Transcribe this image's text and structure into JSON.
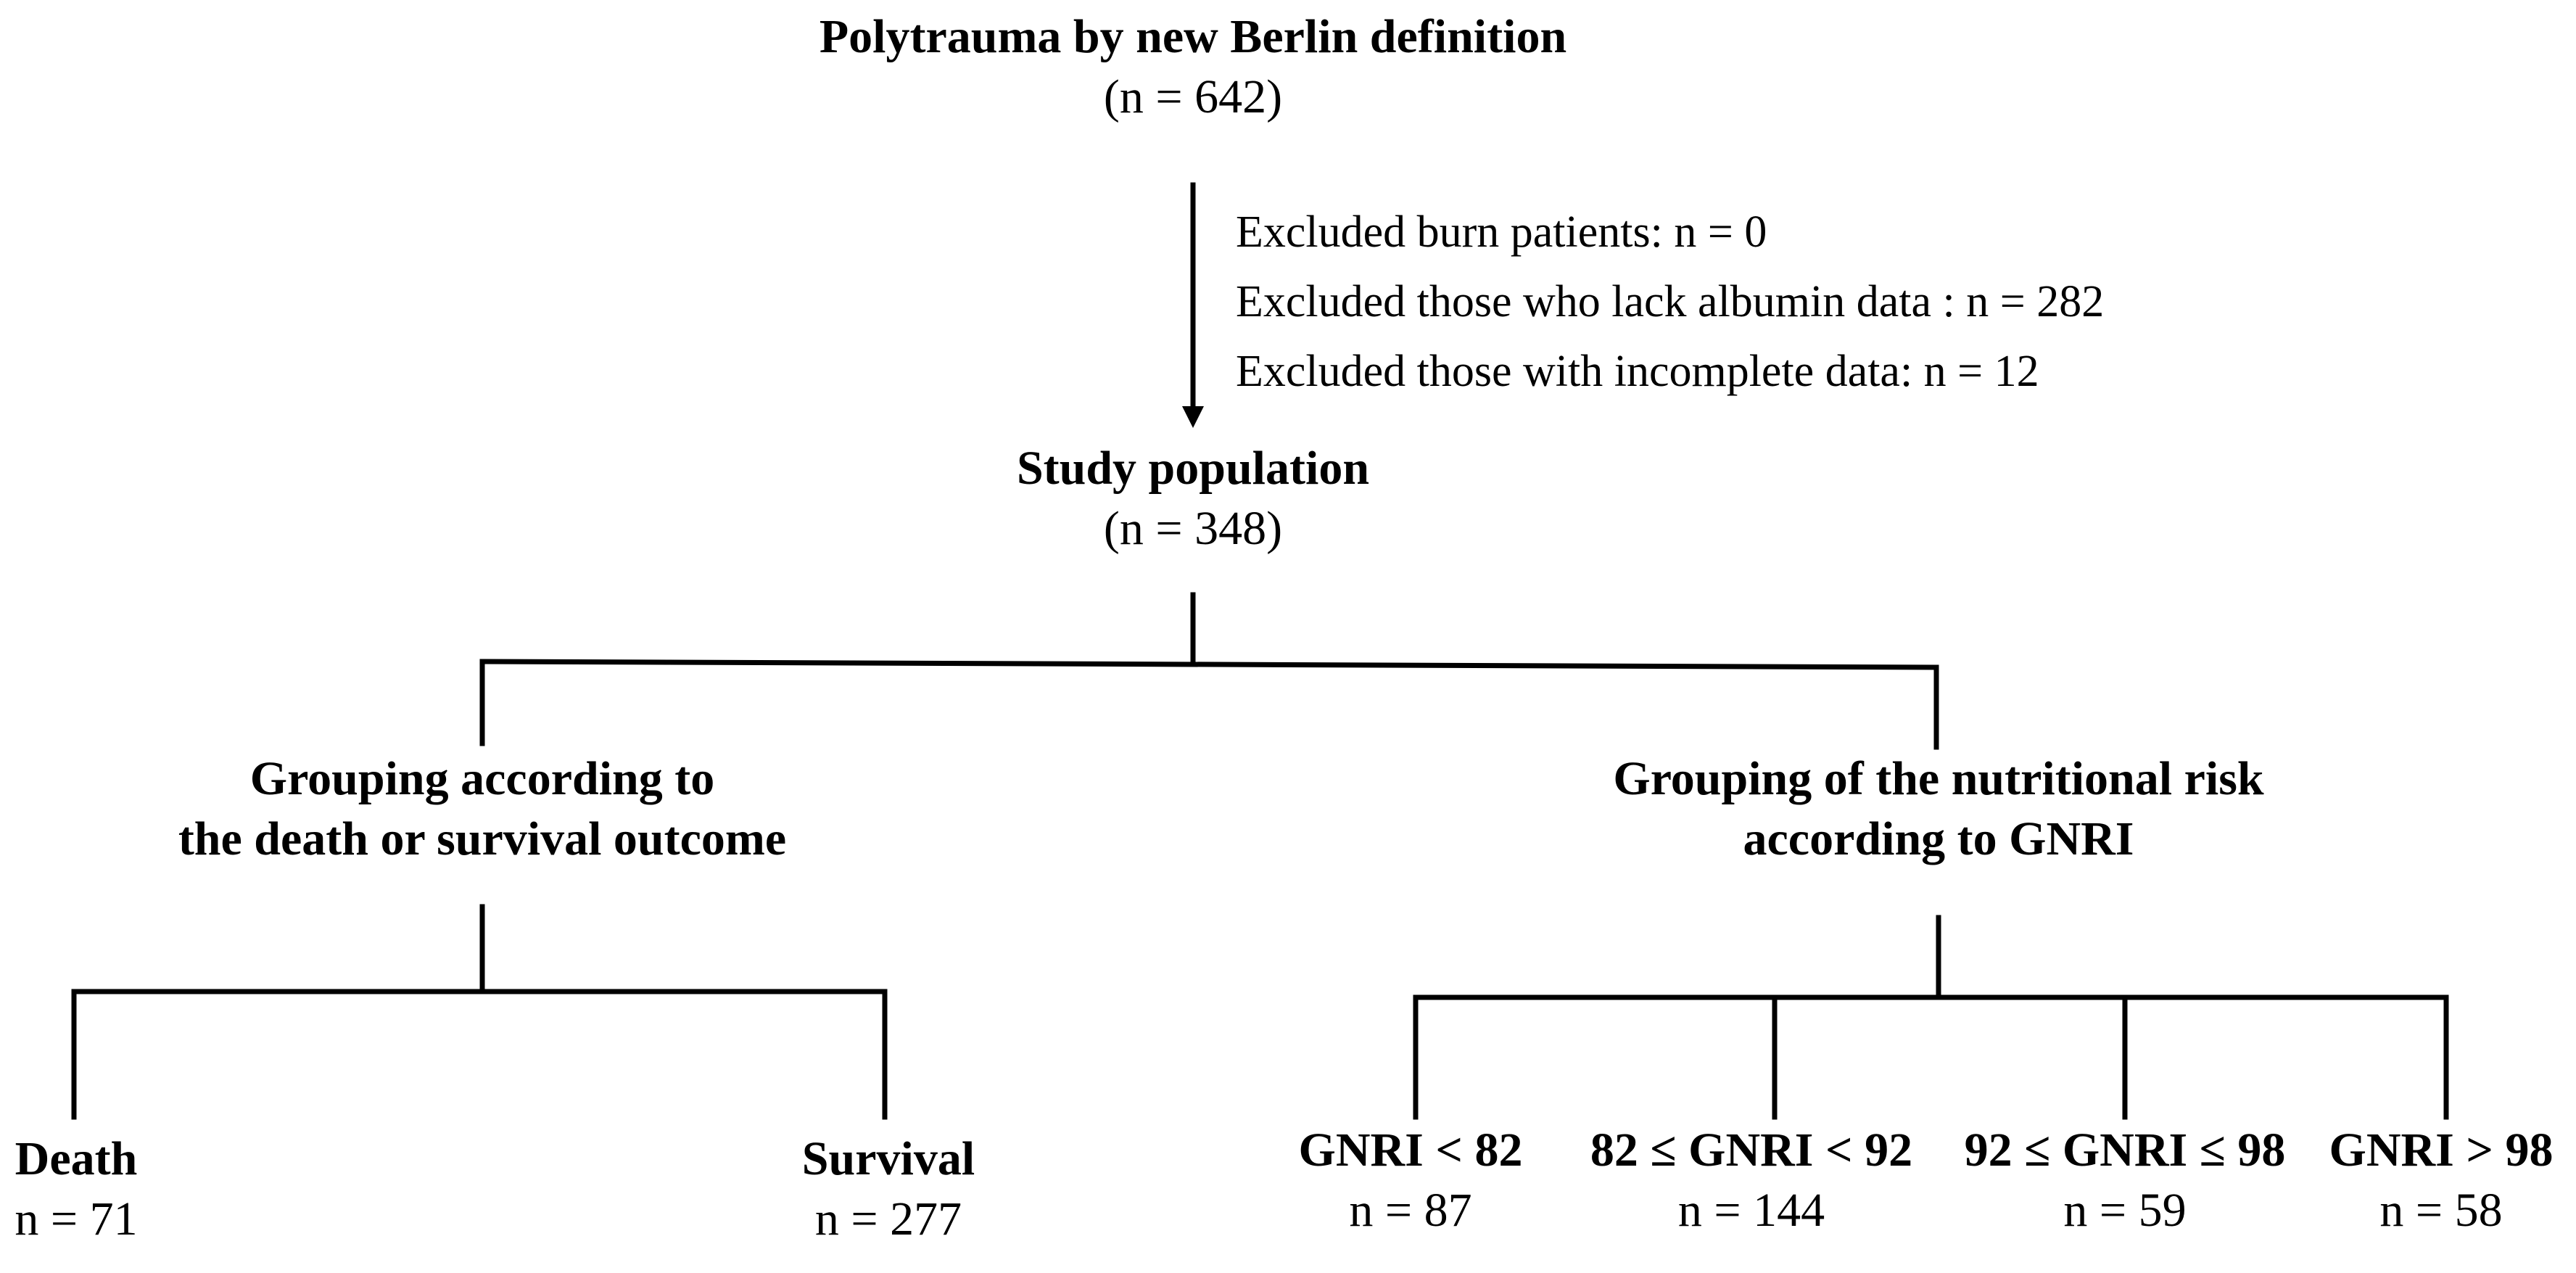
{
  "top": {
    "title": "Polytrauma by new Berlin definition",
    "count": "(n = 642)"
  },
  "exclusions": [
    "Excluded burn patients: n = 0",
    "Excluded those who lack albumin data : n = 282",
    "Excluded those with incomplete data: n = 12"
  ],
  "study": {
    "title": "Study population",
    "count": "(n = 348)"
  },
  "outcome_group": {
    "line1": "Grouping according to",
    "line2": "the death or survival outcome",
    "leaves": [
      {
        "label": "Death",
        "count": "n = 71"
      },
      {
        "label": "Survival",
        "count": "n = 277"
      }
    ]
  },
  "gnri_group": {
    "line1": "Grouping of the nutritional risk",
    "line2": "according to GNRI",
    "leaves": [
      {
        "label": "GNRI < 82",
        "count": "n = 87"
      },
      {
        "label": "82 ≤ GNRI < 92",
        "count": "n = 144"
      },
      {
        "label": "92 ≤ GNRI ≤ 98",
        "count": "n = 59"
      },
      {
        "label": "GNRI > 98",
        "count": "n = 58"
      }
    ]
  }
}
